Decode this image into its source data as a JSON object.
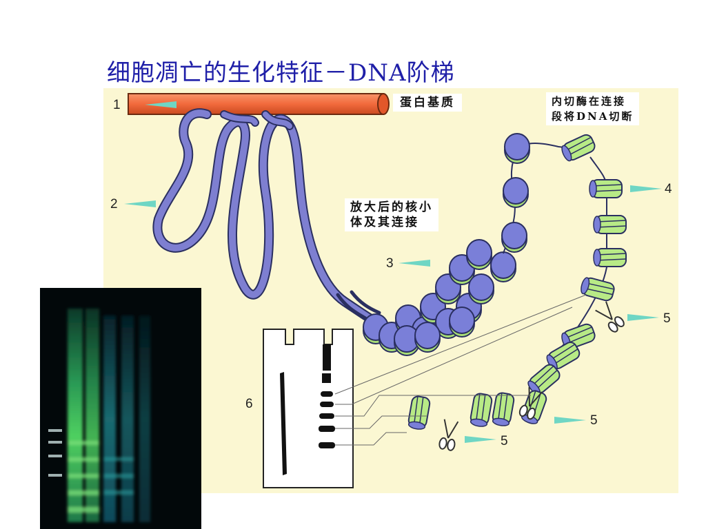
{
  "slide": {
    "title": "细胞凋亡的生化特征－DNA阶梯"
  },
  "diagram": {
    "labels": {
      "protein_matrix": "蛋白基质",
      "endonuclease_line1": "内切酶在连接",
      "endonuclease_line2": "段将DNA切断",
      "magnified_line1": "放大后的核小",
      "magnified_line2": "体及其连接"
    },
    "numbers": [
      "1",
      "2",
      "3",
      "4",
      "5",
      "5",
      "5",
      "5",
      "6"
    ]
  },
  "colors": {
    "title": "#1f1fa8",
    "figure_background": "#fbf7d2",
    "protein_matrix": "#f26a3c",
    "dna_strand": "#7e7fd1",
    "nucleosome_core": "#7a7fd8",
    "nucleosome_wrap": "#b8ea86",
    "arrow": "#6fd6c4",
    "gel_background": "#02080a",
    "gel_band": "#3cc46a"
  },
  "icons": {
    "scissors": "scissors-icon",
    "arrow": "arrow-pointer-icon"
  }
}
